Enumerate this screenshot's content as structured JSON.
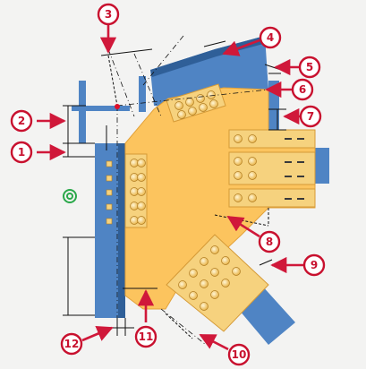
{
  "diagram": {
    "colors": {
      "gusset": "#fcc45e",
      "gusset_edge": "#e3a23a",
      "beam": "#4f84c4",
      "beam_dark": "#2f5f98",
      "angle": "#f6d27e",
      "bolt": "#f5c95a",
      "callout_fill": "#ffffff",
      "callout_stroke": "#c8102e",
      "arrow": "#d0183a",
      "dim_line": "#111111",
      "reference_mark": "#2aa84a",
      "weld_point": "#e0102a"
    },
    "callouts": [
      {
        "id": "c1",
        "label": "1"
      },
      {
        "id": "c2",
        "label": "2"
      },
      {
        "id": "c3",
        "label": "3"
      },
      {
        "id": "c4",
        "label": "4"
      },
      {
        "id": "c5",
        "label": "5"
      },
      {
        "id": "c6",
        "label": "6"
      },
      {
        "id": "c7",
        "label": "7"
      },
      {
        "id": "c8",
        "label": "8"
      },
      {
        "id": "c9",
        "label": "9"
      },
      {
        "id": "c10",
        "label": "10"
      },
      {
        "id": "c11",
        "label": "11"
      },
      {
        "id": "c12",
        "label": "12"
      }
    ],
    "icons": {
      "reference_mark": "target-icon"
    }
  }
}
